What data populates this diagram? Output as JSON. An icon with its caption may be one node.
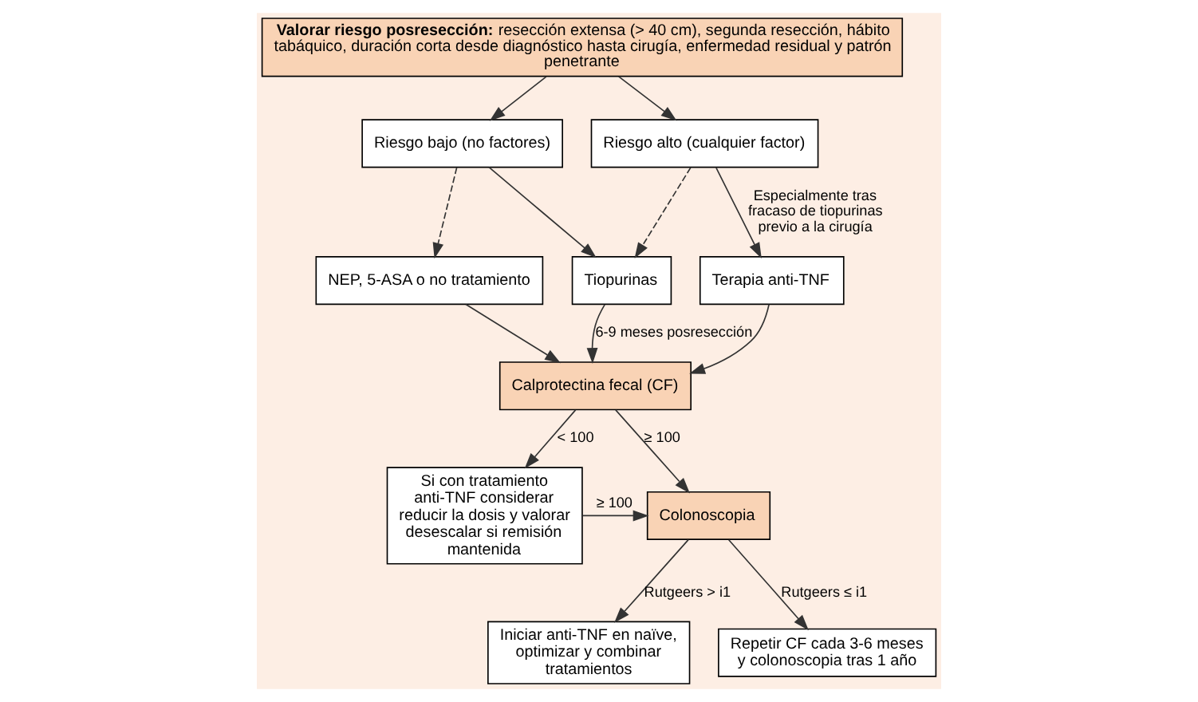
{
  "diagram": {
    "nodes": [
      {
        "text": [
          "**Valorar riesgo posresección:** resección extensa (> 40 cm), segunda resección, hábito tabáquico, duración corta desde diagnóstico hasta cirugía, enfermedad residual y patrón penetrante"
        ]
      },
      {
        "text": [
          "Riesgo bajo (no factores)"
        ]
      },
      {
        "text": [
          "Riesgo alto (cualquier factor)"
        ]
      },
      {
        "text": [
          "NEP, 5-ASA o no tratamiento"
        ]
      },
      {
        "text": [
          "Tiopurinas"
        ]
      },
      {
        "text": [
          "Terapia anti-TNF"
        ]
      },
      {
        "text": [
          "Calprotectina fecal (CF)"
        ]
      },
      {
        "text": [
          "Si con tratamiento anti-TNF considerar reducir la dosis y valorar desescalar si remisión mantenida"
        ]
      },
      {
        "text": [
          "Colonoscopia"
        ]
      },
      {
        "text": [
          "Iniciar anti-TNF en naïve, optimizar y combinar tratamientos"
        ]
      },
      {
        "text": [
          "Repetir CF cada 3-6 meses y colonoscopia tras 1 año"
        ]
      }
    ],
    "edges": [
      {
        "from": 0,
        "to": 1,
        "arrow": "to"
      },
      {
        "from": 0,
        "to": 2,
        "arrow": "to"
      },
      {
        "from": 1,
        "to": 3,
        "arrow": "to",
        "style": "dashed"
      },
      {
        "from": 1,
        "to": 4,
        "arrow": "to"
      },
      {
        "from": 2,
        "to": 4,
        "arrow": "to",
        "style": "dashed"
      },
      {
        "from": 2,
        "to": 5,
        "arrow": "to",
        "label": "Especialmente tras fracaso de tiopurinas previo a la cirugía"
      },
      {
        "from": 3,
        "to": 6,
        "arrow": "to"
      },
      {
        "from": 4,
        "to": 6,
        "arrow": "to",
        "label": "6-9 meses posresección"
      },
      {
        "from": 5,
        "to": 6,
        "arrow": "to"
      },
      {
        "from": 6,
        "to": 7,
        "arrow": "to",
        "label": "< 100"
      },
      {
        "from": 6,
        "to": 8,
        "arrow": "to",
        "label": "≥ 100"
      },
      {
        "from": 7,
        "to": 8,
        "arrow": "to",
        "label": "≥ 100"
      },
      {
        "from": 8,
        "to": 9,
        "arrow": "to",
        "label": "Rutgeers > i1"
      },
      {
        "from": 8,
        "to": 10,
        "arrow": "to",
        "label": "Rutgeers ≤ i1"
      }
    ]
  }
}
